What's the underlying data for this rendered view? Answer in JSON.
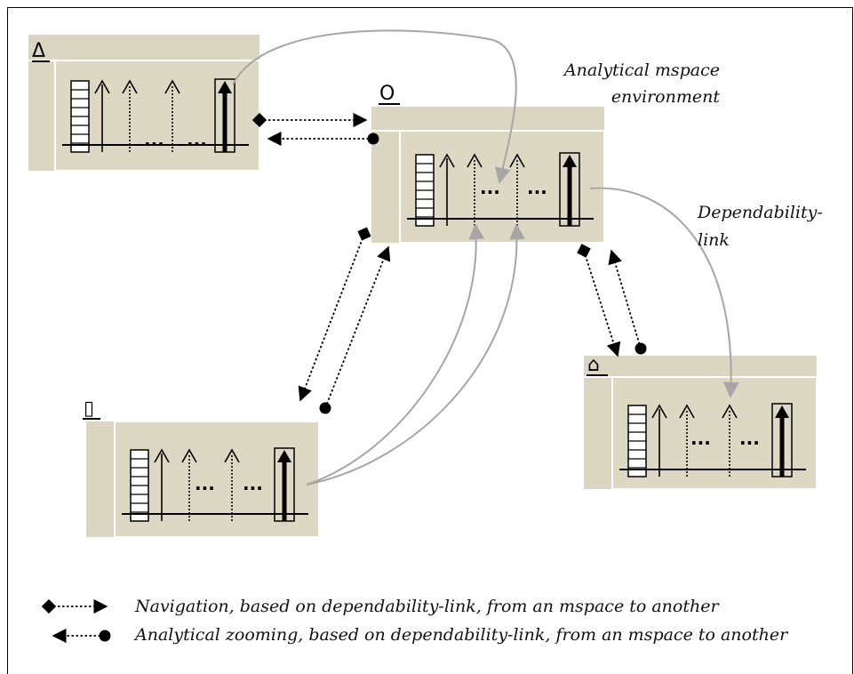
{
  "diagram": {
    "annotations": {
      "environment": [
        "Analytical mspace",
        "environment"
      ],
      "dependability_link": [
        "Dependability-",
        "link"
      ]
    },
    "panels": [
      {
        "id": "panel-delta",
        "symbol": "Δ",
        "symbol_name": "triangle-icon",
        "ellipsis": [
          "...",
          "..."
        ]
      },
      {
        "id": "panel-circle",
        "symbol": "O",
        "symbol_name": "circle-icon",
        "ellipsis": [
          "...",
          "..."
        ]
      },
      {
        "id": "panel-rect",
        "symbol": "▯",
        "symbol_name": "rectangle-icon",
        "ellipsis": [
          "...",
          "..."
        ]
      },
      {
        "id": "panel-house",
        "symbol": "⌂",
        "symbol_name": "house-icon",
        "ellipsis": [
          "...",
          "..."
        ]
      }
    ],
    "legend": [
      {
        "marker": "navigation",
        "text": "Navigation, based on dependability-link, from an mspace to another"
      },
      {
        "marker": "zooming",
        "text": "Analytical zooming, based on dependability-link, from an mspace to another"
      }
    ],
    "colors": {
      "panel_fill": "#dbd6c2",
      "panel_inner": "#ddd8c4",
      "grey_link": "#a6a6a6",
      "ink": "#000000"
    }
  }
}
